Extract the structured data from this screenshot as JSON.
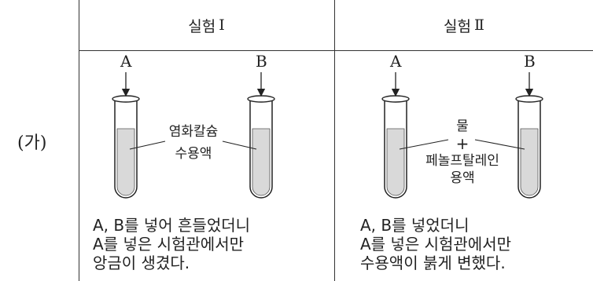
{
  "row_label": "(가)",
  "experiments": [
    {
      "title": "실험",
      "numeral": "Ⅰ",
      "tube_a": "A",
      "tube_b": "B",
      "solution_lines": [
        "염화칼슘",
        "수용액"
      ],
      "result_lines": [
        "A, B를 넣어 흔들었더니",
        "A를 넣은 시험관에서만",
        "앙금이 생겼다."
      ]
    },
    {
      "title": "실험",
      "numeral": "Ⅱ",
      "tube_a": "A",
      "tube_b": "B",
      "solution_lines": [
        "물",
        "+",
        "페놀프탈레인",
        "용액"
      ],
      "result_lines": [
        "A, B를 넣었더니",
        "A를 넣은 시험관에서만",
        "수용액이 붉게 변했다."
      ]
    }
  ]
}
